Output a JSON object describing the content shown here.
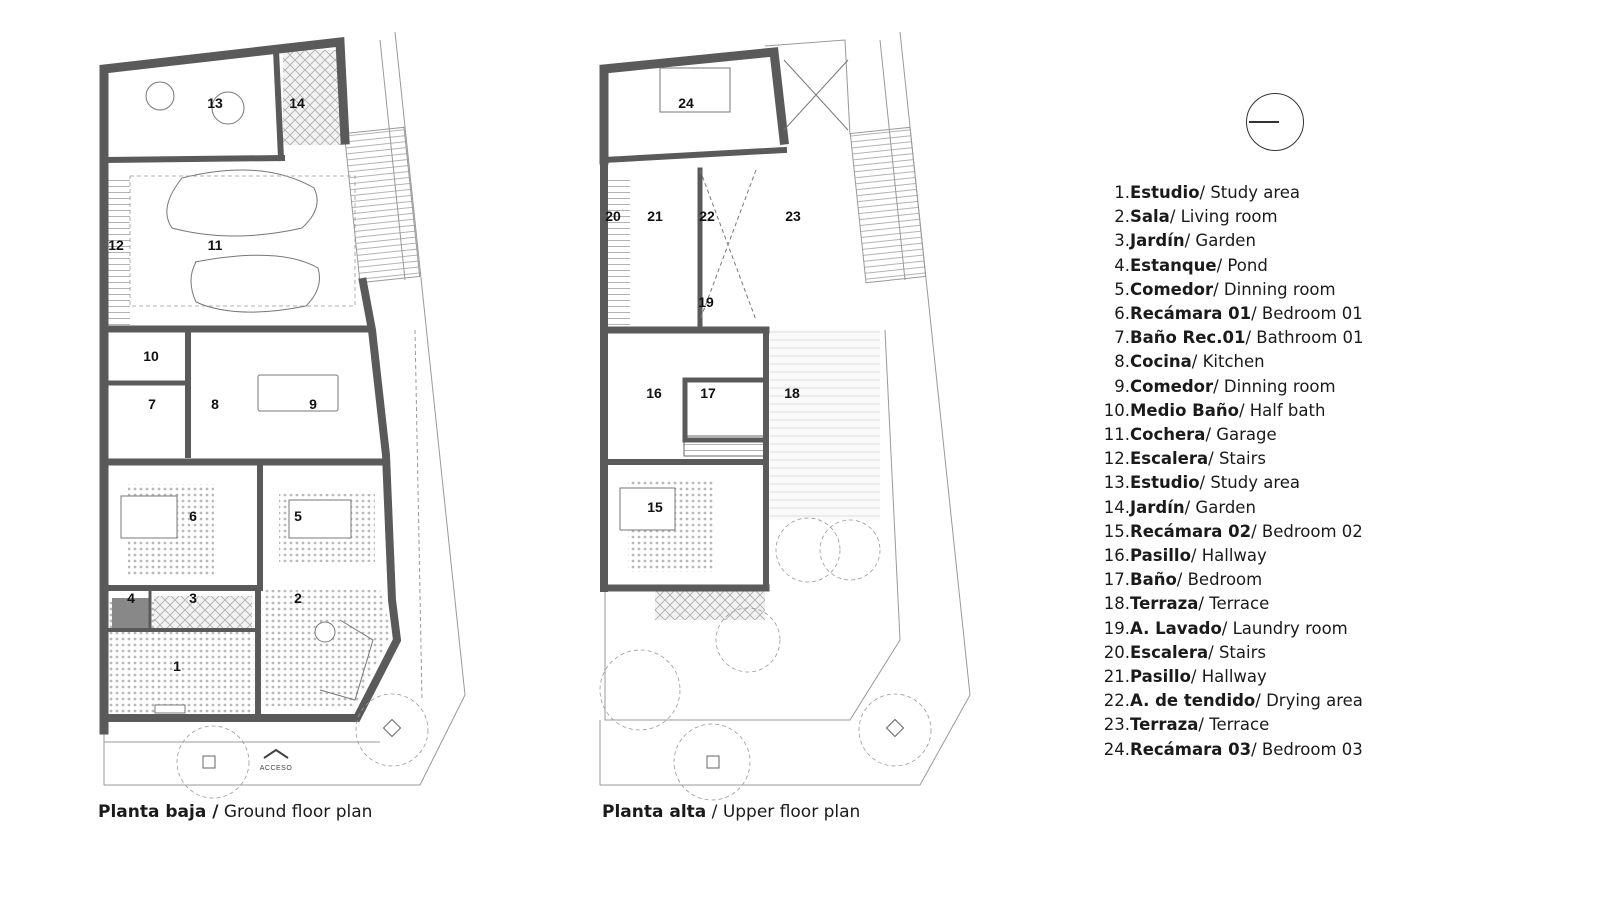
{
  "plans": {
    "ground": {
      "title_es": "Planta baja /",
      "title_en": " Ground floor plan",
      "access_label": "ACCESO",
      "room_numbers": [
        "1",
        "2",
        "3",
        "4",
        "5",
        "6",
        "7",
        "8",
        "9",
        "10",
        "11",
        "12",
        "13",
        "14"
      ]
    },
    "upper": {
      "title_es": "Planta alta",
      "title_en": " / Upper floor plan",
      "room_numbers": [
        "15",
        "16",
        "17",
        "18",
        "19",
        "20",
        "21",
        "22",
        "23",
        "24"
      ]
    }
  },
  "north_arrow": "north-arrow-icon",
  "legend": [
    {
      "num": "1.",
      "es": "Estudio",
      "en": " / Study area"
    },
    {
      "num": "2.",
      "es": "Sala",
      "en": " / Living room"
    },
    {
      "num": "3.",
      "es": "Jardín",
      "en": " / Garden"
    },
    {
      "num": "4.",
      "es": "Estanque",
      "en": " / Pond"
    },
    {
      "num": "5.",
      "es": "Comedor",
      "en": " / Dinning room"
    },
    {
      "num": "6.",
      "es": "Recámara 01",
      "en": " / Bedroom 01"
    },
    {
      "num": "7.",
      "es": "Baño Rec.01",
      "en": " / Bathroom 01"
    },
    {
      "num": "8.",
      "es": "Cocina",
      "en": " / Kitchen"
    },
    {
      "num": "9.",
      "es": "Comedor",
      "en": " / Dinning room"
    },
    {
      "num": "10.",
      "es": "Medio Baño",
      "en": " / Half bath"
    },
    {
      "num": "11.",
      "es": "Cochera",
      "en": " / Garage"
    },
    {
      "num": "12.",
      "es": "Escalera",
      "en": " / Stairs"
    },
    {
      "num": "13.",
      "es": "Estudio",
      "en": " / Study area"
    },
    {
      "num": "14.",
      "es": "Jardín",
      "en": " / Garden"
    },
    {
      "num": "15.",
      "es": " Recámara 02",
      "en": " / Bedroom 02"
    },
    {
      "num": "16.",
      "es": "Pasillo",
      "en": " / Hallway"
    },
    {
      "num": "17.",
      "es": "Baño",
      "en": " / Bedroom"
    },
    {
      "num": "18.",
      "es": "Terraza",
      "en": " / Terrace"
    },
    {
      "num": "19.",
      "es": "A. Lavado",
      "en": " / Laundry room"
    },
    {
      "num": "20.",
      "es": "Escalera",
      "en": " / Stairs"
    },
    {
      "num": "21.",
      "es": "Pasillo",
      "en": " / Hallway"
    },
    {
      "num": "22.",
      "es": "A. de tendido",
      "en": " / Drying area"
    },
    {
      "num": "23.",
      "es": "Terraza",
      "en": " / Terrace"
    },
    {
      "num": "24.",
      "es": "Recámara 03",
      "en": " / Bedroom 03"
    }
  ],
  "colors": {
    "wall": "#5a5a5a",
    "line": "#888888",
    "hatch": "#c8c8c8",
    "text": "#1a1a1a"
  }
}
